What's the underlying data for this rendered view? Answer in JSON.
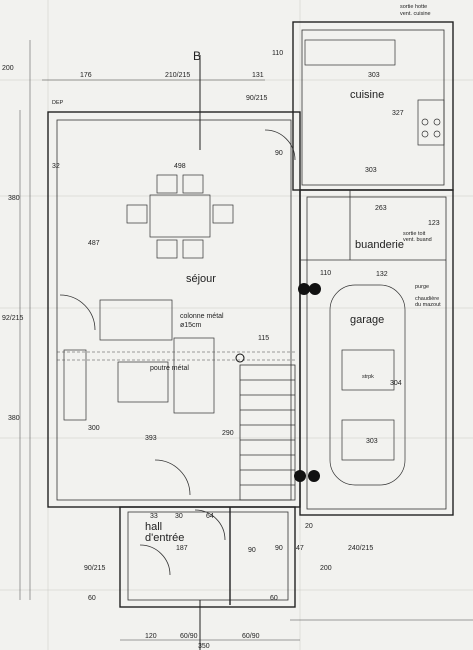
{
  "rooms": {
    "cuisine": "cuisine",
    "sejour": "séjour",
    "buanderie": "buanderie",
    "garage": "garage",
    "hall": "hall",
    "hall2": "d'entrée"
  },
  "notes": {
    "colonne1": "colonne métal",
    "colonne2": "ø15cm",
    "poutre": "poutre métal",
    "sortie_toit": "sortie toit",
    "vent_buand": "vent. buand",
    "sortie_hotte": "sortie hotte",
    "vent_cuisine": "vent. cuisine",
    "chaudiere": "chaudière",
    "mazout": "du mazout",
    "purge": "purge",
    "strpk": "strpk",
    "marker": "B"
  },
  "dims": {
    "top_176": "176",
    "top_210": "210/215",
    "top_131": "131",
    "top_303": "303",
    "top_110": "110",
    "left_200": "200",
    "left_380a": "380",
    "left_92": "92/215",
    "left_380b": "380",
    "left_90_215": "90/215",
    "left_60": "60",
    "r_90_215": "90/215",
    "cuisine_327": "327",
    "cuisine_303": "303",
    "d_498": "498",
    "d_90": "90",
    "d_32": "32",
    "d_487": "487",
    "d_263": "263",
    "d_123": "123",
    "d_110": "110",
    "d_132": "132",
    "d_115": "115",
    "d_393": "393",
    "d_290": "290",
    "d_300": "300",
    "d_304": "304",
    "d_303g": "303",
    "d_33": "33",
    "d_30": "30",
    "d_64": "64",
    "d_187": "187",
    "d_90b": "90",
    "d_47": "47",
    "d_240": "240/215",
    "d_20": "20",
    "d_90c": "90",
    "d_120": "120",
    "d_6090a": "60/90",
    "d_6090b": "60/90",
    "d_350": "350",
    "d_200b": "200",
    "d_60b": "60",
    "dep": "DEP"
  }
}
